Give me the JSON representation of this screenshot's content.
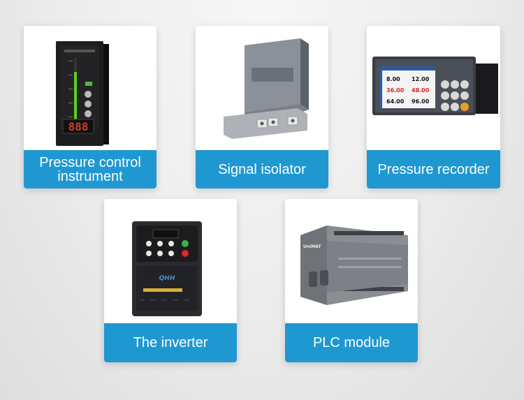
{
  "products": [
    {
      "label": "Pressure control instrument",
      "icon": "vertical-bar-indicator-icon"
    },
    {
      "label": "Signal isolator",
      "icon": "din-rail-isolator-icon"
    },
    {
      "label": "Pressure recorder",
      "icon": "paperless-recorder-icon"
    },
    {
      "label": "The inverter",
      "icon": "frequency-inverter-icon"
    },
    {
      "label": "PLC module",
      "icon": "plc-module-icon"
    }
  ],
  "device_text": {
    "indicator_display": "888",
    "recorder_values": [
      "8.00",
      "12.00",
      "36.00",
      "48.00",
      "64.00",
      "96.00"
    ],
    "inverter_brand": "QHH",
    "plc_brand": "UniMAT"
  },
  "colors": {
    "label_bg": "#1f98d2",
    "label_text": "#ffffff",
    "recorder_red": "#e0241d"
  }
}
